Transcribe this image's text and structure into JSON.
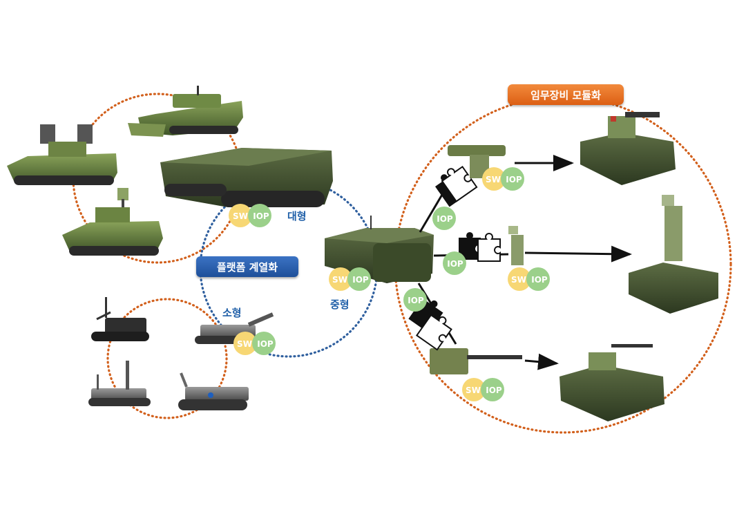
{
  "labels": {
    "platform_family": "플랫폼 계열화",
    "mission_modular": "임무장비 모듈화",
    "large": "대형",
    "medium": "중형",
    "small": "소형"
  },
  "badges": {
    "sw": "SW",
    "iop": "IOP"
  },
  "colors": {
    "blue_pill": "#2a5fb0",
    "orange_pill": "#e8702a",
    "blue_dots": "#2f5f9e",
    "orange_dots": "#d2601c",
    "sw_circle": "#f7d774",
    "iop_circle": "#9bd08a",
    "vehicle_green": "#5e7a3a"
  },
  "icons": [
    "puzzle-piece-icon",
    "arrow-right-icon"
  ]
}
